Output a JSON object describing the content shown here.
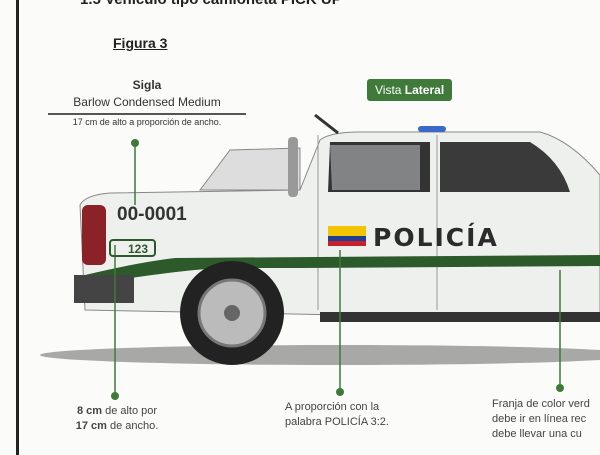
{
  "section_title": "1.5 Vehículo tipo camioneta PICK UP",
  "figure_title": "Figura 3",
  "sigla": {
    "title": "Sigla",
    "font": "Barlow Condensed Medium",
    "size_note": "17 cm de alto a proporción de ancho."
  },
  "view_label": {
    "normal": "Vista ",
    "bold": "Lateral"
  },
  "vehicle": {
    "code": "00-0001",
    "emergency_number": "123",
    "word": "POLICÍA"
  },
  "notes": {
    "n1": {
      "b1": "8 cm",
      "t1": " de alto por",
      "b2": "17 cm",
      "t2": " de ancho."
    },
    "n2": {
      "l1": "A proporción con la",
      "l2": "palabra POLICÍA 3:2."
    },
    "n3": {
      "l1": "Franja de color verd",
      "l2": "debe ir en línea rec",
      "l3": "debe llevar una cu"
    }
  },
  "colors": {
    "green": "#3f7a3a",
    "stripe": "#2d5a2a",
    "flag_yellow": "#f2c500",
    "flag_blue": "#1f3f94",
    "flag_red": "#c8202a"
  }
}
